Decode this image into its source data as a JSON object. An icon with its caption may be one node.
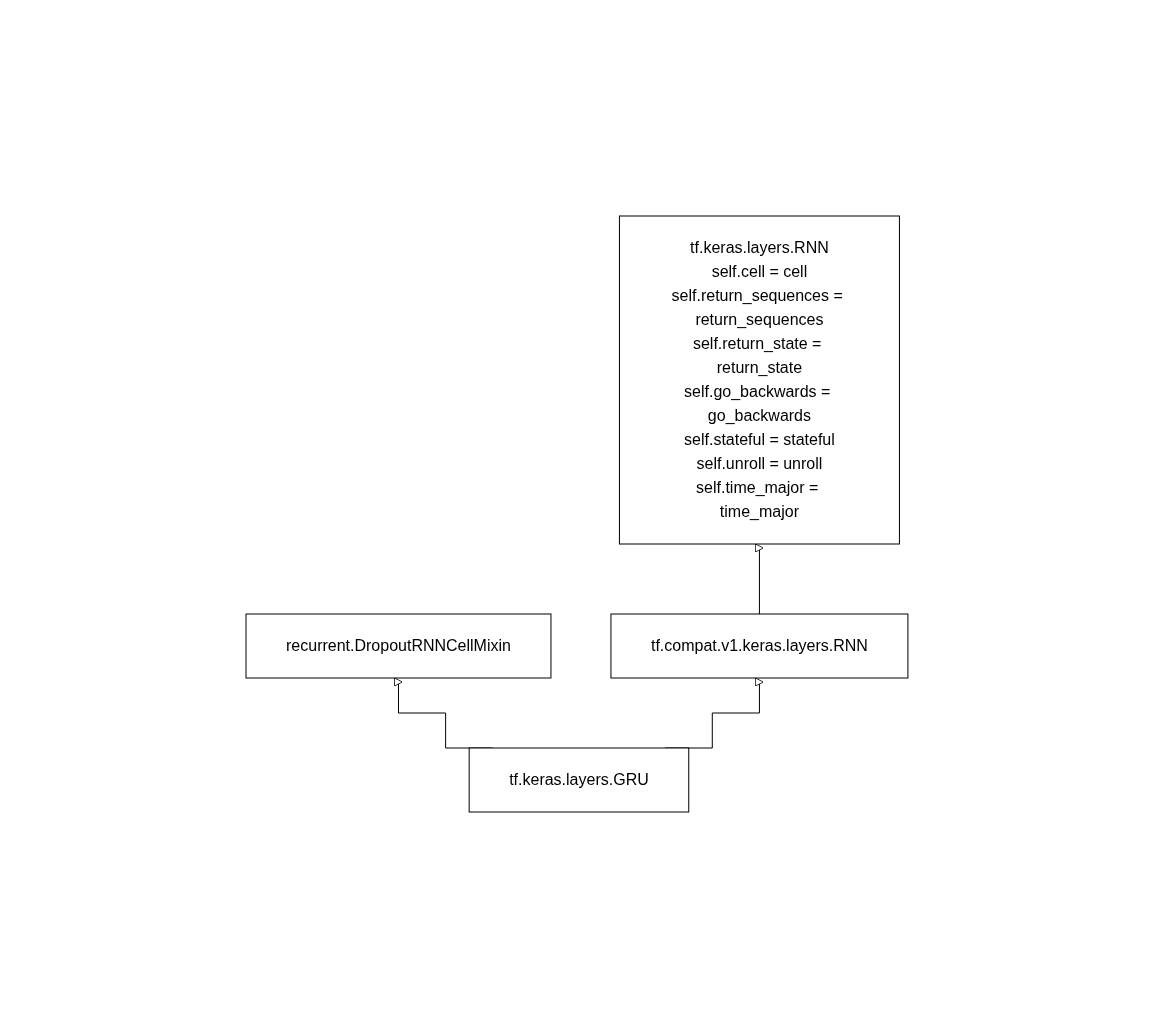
{
  "diagram": {
    "nodes": [
      {
        "text": [
          "tf.keras.layers.RNN",
          "self.cell = cell",
          "self.return_sequences = return_sequences",
          "self.return_state = return_state",
          "self.go_backwards = go_backwards",
          "self.stateful = stateful",
          "self.unroll = unroll",
          "self.time_major = time_major"
        ]
      },
      {
        "text": [
          "recurrent.DropoutRNNCellMixin"
        ]
      },
      {
        "text": [
          "tf.compat.v1.keras.layers.RNN"
        ]
      },
      {
        "text": [
          "tf.keras.layers.GRU"
        ]
      }
    ],
    "edges": [
      {
        "from": 3,
        "to": 1,
        "arrow": "to"
      },
      {
        "from": 3,
        "to": 2,
        "arrow": "to"
      },
      {
        "from": 2,
        "to": 0,
        "arrow": "to"
      }
    ]
  }
}
